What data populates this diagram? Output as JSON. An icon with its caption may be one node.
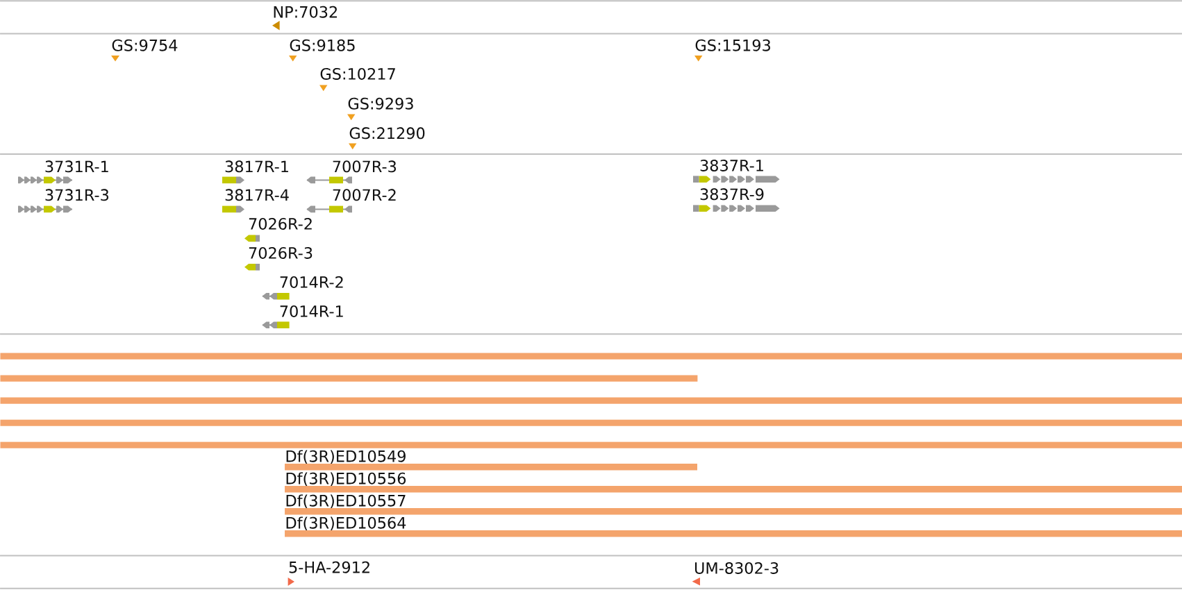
{
  "diagram": {
    "nodes": [
      {
        "text": [
          "NP:7032"
        ]
      },
      {
        "text": [
          "GS:9754"
        ]
      },
      {
        "text": [
          "GS:9185"
        ]
      },
      {
        "text": [
          "GS:15193"
        ]
      },
      {
        "text": [
          "GS:10217"
        ]
      },
      {
        "text": [
          "GS:9293"
        ]
      },
      {
        "text": [
          "GS:21290"
        ]
      },
      {
        "text": [
          "3731R-1"
        ]
      },
      {
        "text": [
          "3817R-1"
        ]
      },
      {
        "text": [
          "7007R-3"
        ]
      },
      {
        "text": [
          "3837R-1"
        ]
      },
      {
        "text": [
          "3731R-3"
        ]
      },
      {
        "text": [
          "3817R-4"
        ]
      },
      {
        "text": [
          "7007R-2"
        ]
      },
      {
        "text": [
          "3837R-9"
        ]
      },
      {
        "text": [
          "7026R-2"
        ]
      },
      {
        "text": [
          "7026R-3"
        ]
      },
      {
        "text": [
          "7014R-2"
        ]
      },
      {
        "text": [
          "7014R-1"
        ]
      },
      {
        "text": [],
        "shape": "bar"
      },
      {
        "text": [],
        "shape": "bar"
      },
      {
        "text": [],
        "shape": "bar"
      },
      {
        "text": [],
        "shape": "bar"
      },
      {
        "text": [],
        "shape": "bar"
      },
      {
        "text": [
          "Df(3R)ED10549"
        ]
      },
      {
        "text": [
          "Df(3R)ED10556"
        ]
      },
      {
        "text": [
          "Df(3R)ED10557"
        ]
      },
      {
        "text": [
          "Df(3R)ED10564"
        ]
      },
      {
        "text": [
          "5-HA-2912"
        ]
      },
      {
        "text": [
          "UM-8302-3"
        ]
      }
    ]
  }
}
